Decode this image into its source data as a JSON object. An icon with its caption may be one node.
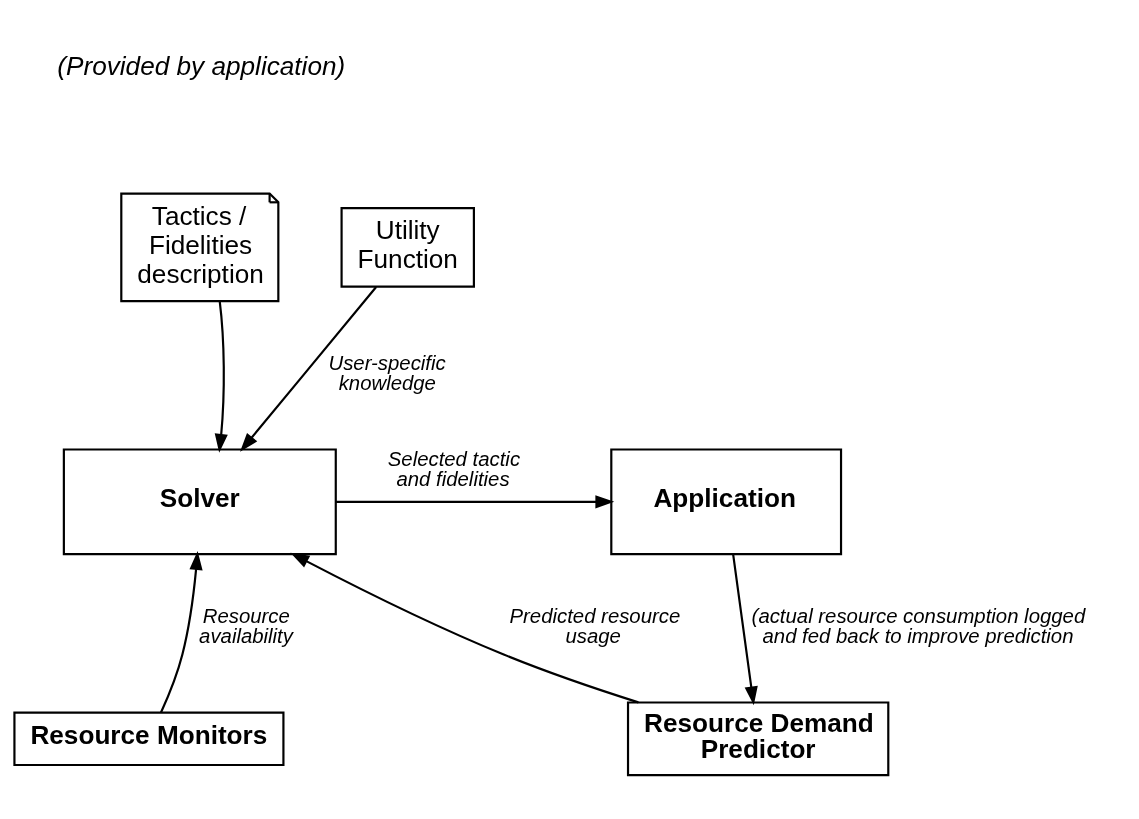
{
  "diagram": {
    "nodes": [
      {
        "text": [
          "Tactics / Fidelities description"
        ]
      },
      {
        "text": [
          "Utility Function"
        ]
      },
      {
        "text": [
          "Solver"
        ]
      },
      {
        "text": [
          "Application"
        ]
      },
      {
        "text": [
          "Resource Monitors"
        ]
      },
      {
        "text": [
          "Resource Demand Predictor"
        ]
      }
    ],
    "edges": [
      {
        "from": 0,
        "to": 2,
        "arrow": "to"
      },
      {
        "from": 1,
        "to": 2,
        "arrow": "to",
        "label": "User-specific knowledge"
      },
      {
        "from": 2,
        "to": 3,
        "arrow": "to",
        "label": "Selected tactic and fidelities"
      },
      {
        "from": 4,
        "to": 2,
        "arrow": "to",
        "label": "Resource availability"
      },
      {
        "from": 5,
        "to": 2,
        "arrow": "to",
        "label": "Predicted resource usage"
      },
      {
        "from": 3,
        "to": 5,
        "arrow": "to",
        "label": "(actual resource consumption logged and fed back to improve prediction"
      }
    ],
    "labels": [
      "(Provided by application)"
    ]
  }
}
